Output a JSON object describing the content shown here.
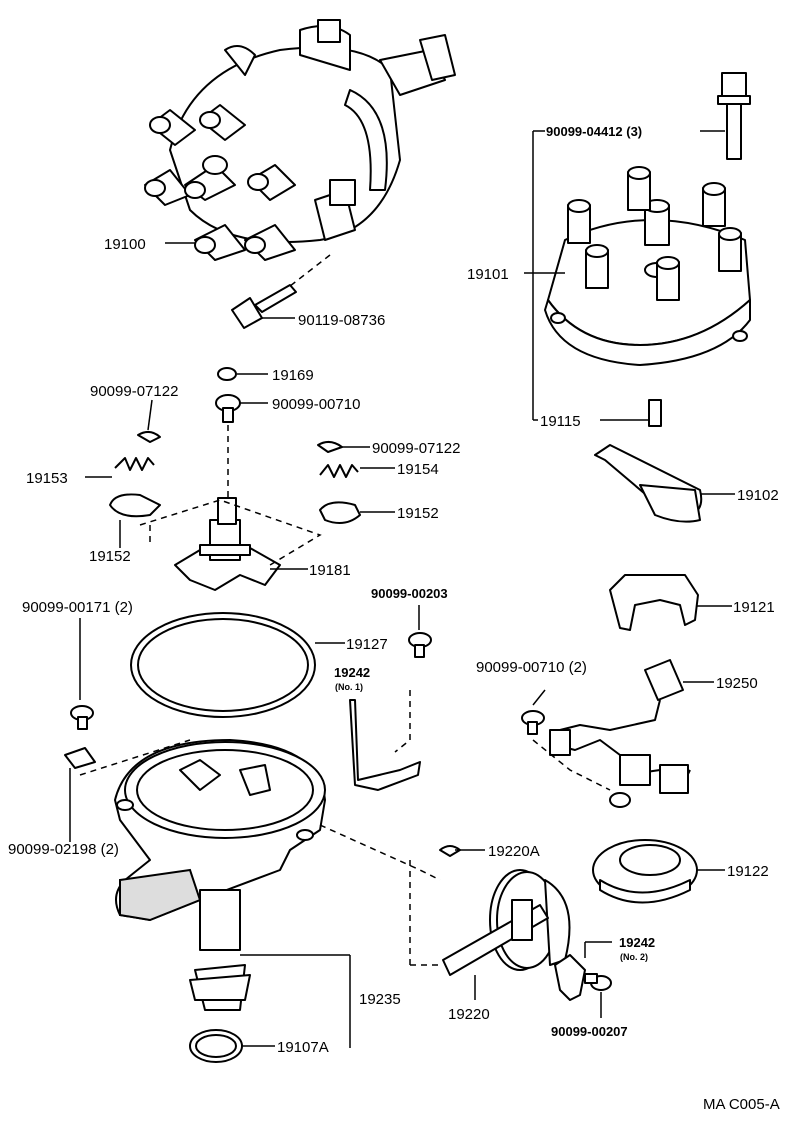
{
  "parts": {
    "p19100": "19100",
    "p90119_08736": "90119-08736",
    "p90099_04412": "90099-04412 (3)",
    "p19101": "19101",
    "p19115": "19115",
    "p19169": "19169",
    "p90099_00710": "90099-00710",
    "p90099_07122_left": "90099-07122",
    "p90099_07122_right": "90099-07122",
    "p19153": "19153",
    "p19154": "19154",
    "p19152_left": "19152",
    "p19152_right": "19152",
    "p19181": "19181",
    "p19102": "19102",
    "p90099_00171": "90099-00171 (2)",
    "p90099_00203": "90099-00203",
    "p19127": "19127",
    "p19242_no1": "19242",
    "p19242_no1_sub": "(No. 1)",
    "p19121": "19121",
    "p90099_00710_2": "90099-00710 (2)",
    "p19250": "19250",
    "p90099_02198": "90099-02198 (2)",
    "p19220A": "19220A",
    "p19122": "19122",
    "p19242_no2": "19242",
    "p19242_no2_sub": "(No. 2)",
    "p19235": "19235",
    "p19220": "19220",
    "p90099_00207": "90099-00207",
    "p19107A": "19107A"
  },
  "footer": {
    "code": "MA  C005-A"
  }
}
